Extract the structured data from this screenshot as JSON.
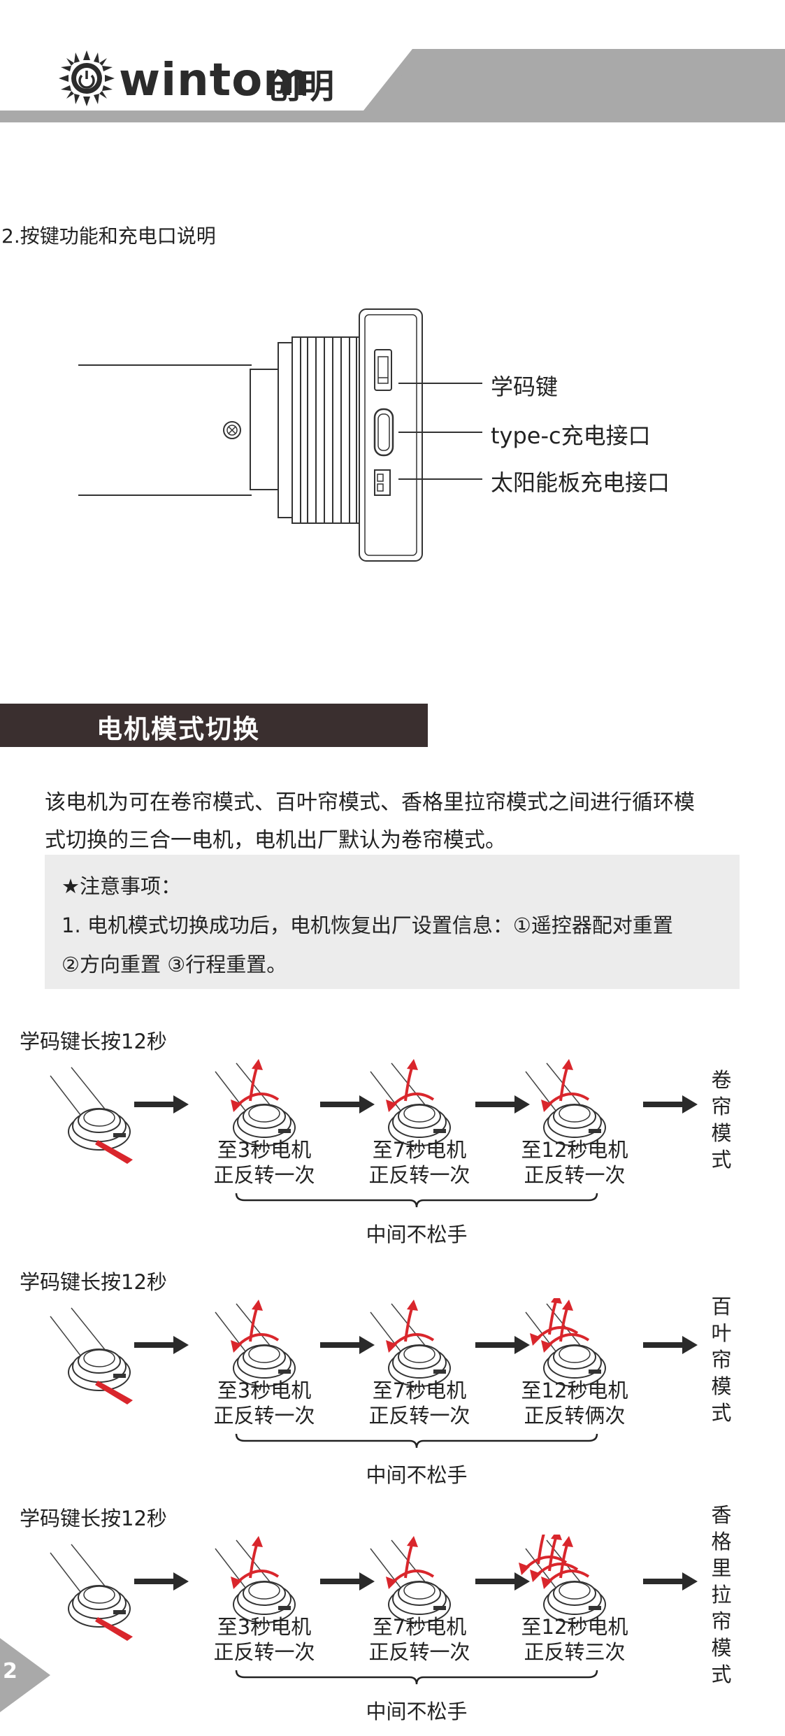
{
  "header": {
    "brand": "wintom",
    "brand_cn": "创明",
    "logo_icon": "sun-power-icon",
    "band_color": "#a9a9a9"
  },
  "section2": {
    "title": "2.按键功能和充电口说明",
    "callouts": [
      "学码键",
      "type-c充电接口",
      "太阳能板充电接口"
    ]
  },
  "mode_section": {
    "title": "电机模式切换",
    "intro_line1": "该电机为可在卷帘模式、百叶帘模式、香格里拉帘模式之间进行循环模",
    "intro_line2": "式切换的三合一电机，电机出厂默认为卷帘模式。",
    "note_title": "★注意事项：",
    "note_line1": "1. 电机模式切换成功后，电机恢复出厂设置信息：①遥控器配对重置",
    "note_line2": "②方向重置 ③行程重置。"
  },
  "rows": [
    {
      "title": "学码键长按12秒",
      "steps": [
        {
          "line1": "至3秒电机",
          "line2": "正反转一次"
        },
        {
          "line1": "至7秒电机",
          "line2": "正反转一次"
        },
        {
          "line1": "至12秒电机",
          "line2": "正反转一次"
        }
      ],
      "middle": "中间不松手",
      "result": "卷帘模式",
      "result_chars": [
        "卷",
        "帘",
        "模",
        "式"
      ],
      "final_arrows": 1
    },
    {
      "title": "学码键长按12秒",
      "steps": [
        {
          "line1": "至3秒电机",
          "line2": "正反转一次"
        },
        {
          "line1": "至7秒电机",
          "line2": "正反转一次"
        },
        {
          "line1": "至12秒电机",
          "line2": "正反转俩次"
        }
      ],
      "middle": "中间不松手",
      "result": "百叶帘模式",
      "result_chars": [
        "百",
        "叶",
        "帘",
        "模",
        "式"
      ],
      "final_arrows": 2
    },
    {
      "title": "学码键长按12秒",
      "steps": [
        {
          "line1": "至3秒电机",
          "line2": "正反转一次"
        },
        {
          "line1": "至7秒电机",
          "line2": "正反转一次"
        },
        {
          "line1": "至12秒电机",
          "line2": "正反转三次"
        }
      ],
      "middle": "中间不松手",
      "result": "香格里拉帘模式",
      "result_chars": [
        "香",
        "格",
        "里",
        "拉",
        "帘",
        "模",
        "式"
      ],
      "final_arrows": 3
    }
  ],
  "page_number": "2",
  "colors": {
    "accent_red": "#d9262c",
    "title_band": "#3a2f2f",
    "note_bg": "#ececec",
    "header_gray": "#a9a9a9"
  }
}
